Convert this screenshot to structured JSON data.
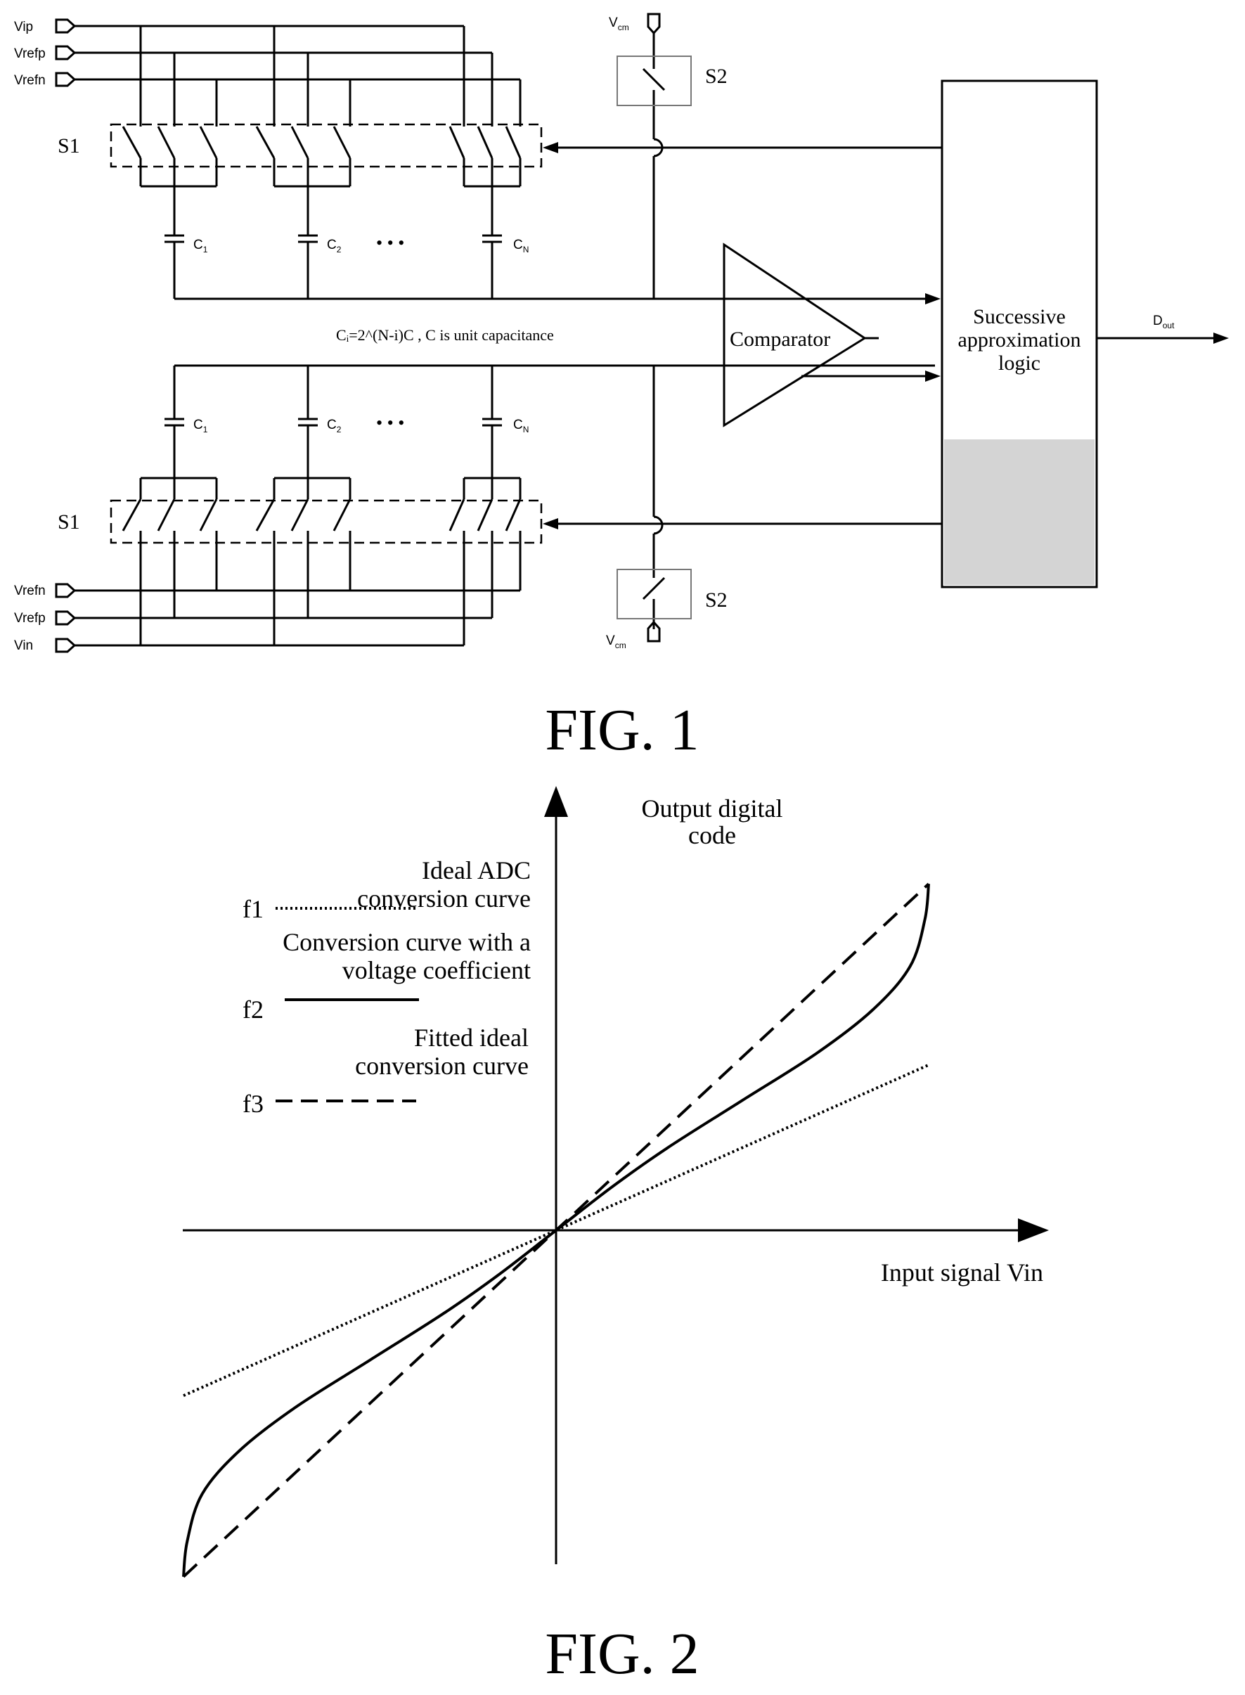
{
  "fig1": {
    "caption": "FIG. 1",
    "pins_top": [
      "Vip",
      "Vrefp",
      "Vrefn"
    ],
    "pins_bottom": [
      "Vrefn",
      "Vrefp",
      "Vin"
    ],
    "switch_s1": "S1",
    "switch_s2": "S2",
    "vcm_label": "V",
    "vcm_sub": "cm",
    "cap_labels": [
      "C",
      "C",
      "C"
    ],
    "cap_subs": [
      "1",
      "2",
      "N"
    ],
    "ellipsis": "•  •  •",
    "formula": "Cᵢ=2^(N-i)C , C is unit capacitance",
    "comparator": "Comparator",
    "sar_logic": [
      "Successive",
      "approximation",
      "logic"
    ],
    "dout_label": "D",
    "dout_sub": "out"
  },
  "fig2": {
    "caption": "FIG. 2",
    "y_axis_label": [
      "Output digital",
      "code"
    ],
    "x_axis_label": "Input signal Vin",
    "legend": [
      {
        "key": "f1",
        "text": [
          "Ideal ADC",
          "conversion curve"
        ],
        "style": "dotted"
      },
      {
        "key": "f2",
        "text": [
          "Conversion curve with a",
          "voltage coefficient"
        ],
        "style": "solid"
      },
      {
        "key": "f3",
        "text": [
          "Fitted ideal",
          "conversion curve"
        ],
        "style": "dashed"
      }
    ]
  },
  "chart_data": {
    "type": "line",
    "title": "",
    "xlabel": "Input signal Vin",
    "ylabel": "Output digital code",
    "xlim": [
      -1,
      1
    ],
    "ylim": [
      -1,
      1
    ],
    "grid": false,
    "legend_position": "top-left",
    "series": [
      {
        "name": "f1",
        "style": "dotted",
        "x": [
          -1,
          1
        ],
        "y": [
          -0.42,
          0.42
        ]
      },
      {
        "name": "f2",
        "style": "solid",
        "x": [
          -1,
          -0.99,
          -0.95,
          -0.85,
          -0.7,
          -0.5,
          -0.3,
          -0.15,
          0,
          0.15,
          0.3,
          0.5,
          0.7,
          0.85,
          0.95,
          0.99,
          1
        ],
        "y": [
          -0.88,
          -0.79,
          -0.67,
          -0.56,
          -0.45,
          -0.33,
          -0.21,
          -0.11,
          0,
          0.11,
          0.21,
          0.33,
          0.45,
          0.56,
          0.67,
          0.79,
          0.88
        ]
      },
      {
        "name": "f3",
        "style": "dashed",
        "x": [
          -1,
          1
        ],
        "y": [
          -0.88,
          0.88
        ]
      }
    ]
  },
  "colors": {
    "ink": "#000000",
    "shade": "#d4d4d4"
  }
}
